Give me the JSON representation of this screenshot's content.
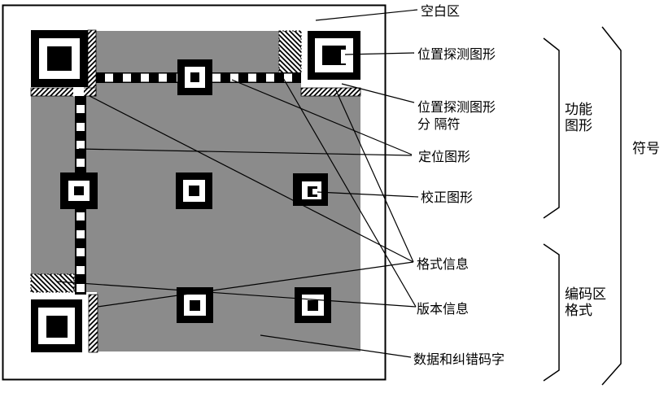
{
  "diagram": {
    "labels": {
      "quiet_zone": "空白区",
      "position_detection_pattern": "位置探测图形",
      "separator_line1": "位置探测图形",
      "separator_line2": "分 隔符",
      "timing_pattern": "定位图形",
      "alignment_pattern": "校正图形",
      "format_information": "格式信息",
      "version_information": "版本信息",
      "data_and_error_correction": "数据和纠错码字"
    },
    "braces": {
      "function_patterns_line1": "功能",
      "function_patterns_line2": "图形",
      "encoding_region_line1": "编码区",
      "encoding_region_line2": "格式",
      "symbol": "符号"
    },
    "colors": {
      "qr_gray": "#8b8b8b",
      "black": "#000000",
      "white": "#ffffff"
    }
  }
}
